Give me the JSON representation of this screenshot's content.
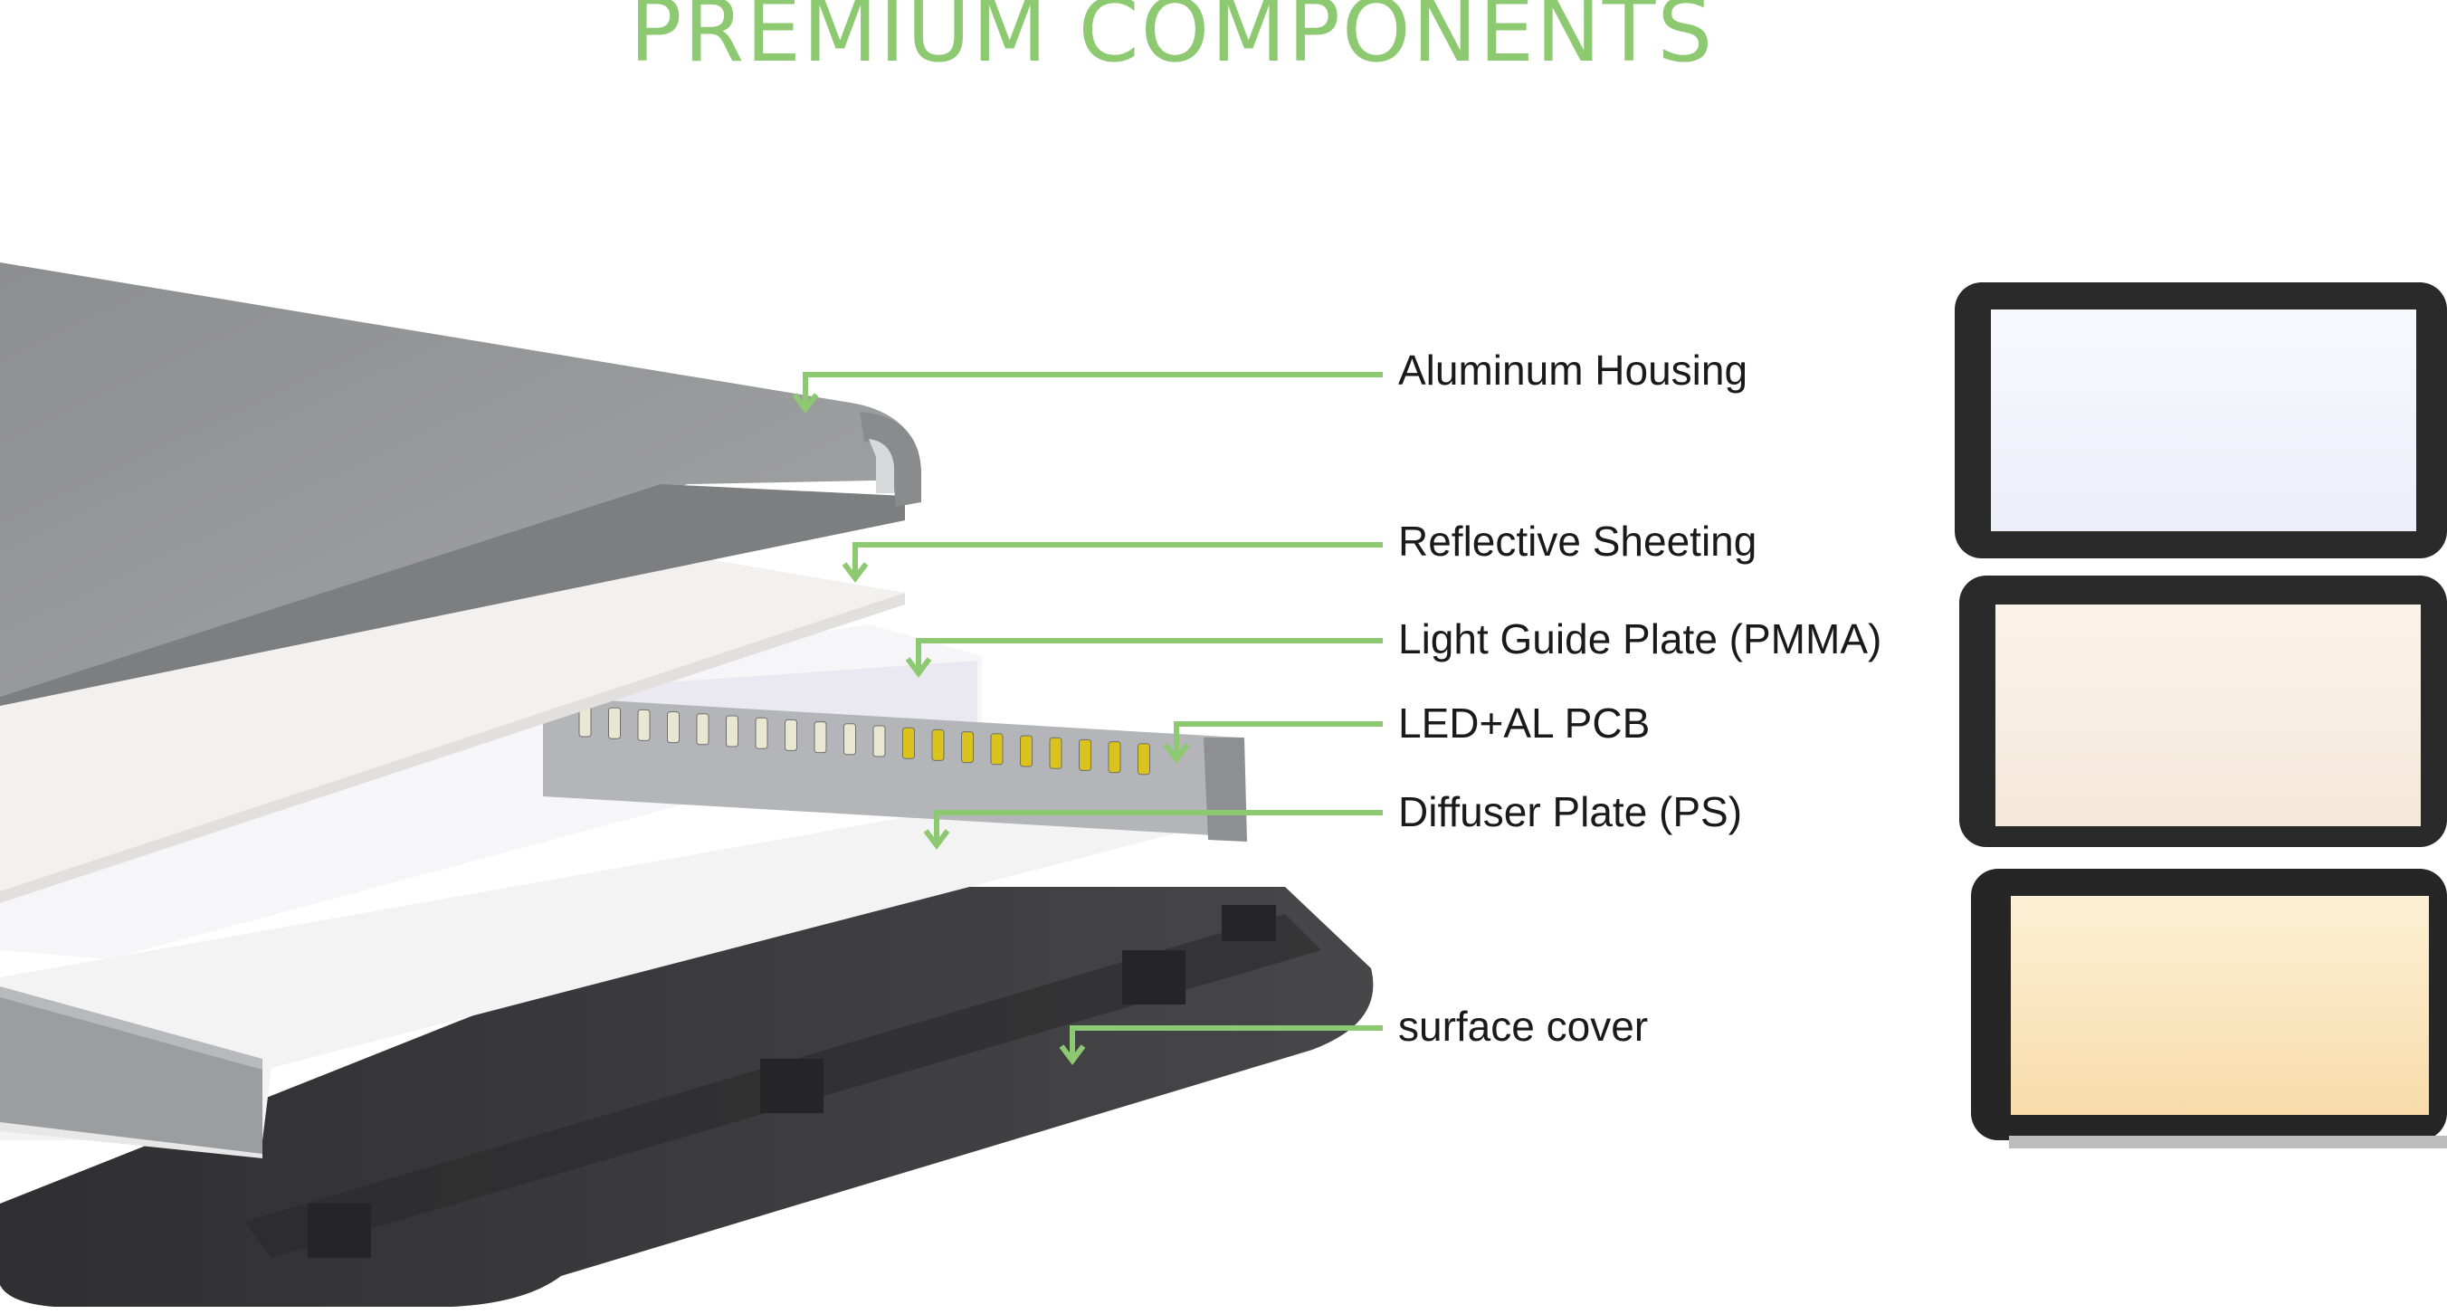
{
  "title": "PREMIUM COMPONENTS",
  "colors": {
    "accent_green": "#8cc971",
    "housing_gray": "#9a9b9d",
    "cover_dark": "#3d3d3f",
    "led_yellow": "#d9c31c"
  },
  "labels": [
    "Aluminum Housing",
    "Reflective Sheeting",
    "Light Guide Plate (PMMA)",
    "LED+AL PCB",
    "Diffuser Plate (PS)",
    "surface cover"
  ],
  "color_swatches": [
    {
      "light": "cool white",
      "color": "#f2f4fb"
    },
    {
      "light": "neutral white",
      "color": "#f9efe3"
    },
    {
      "light": "warm white",
      "color": "#fbe6c2"
    }
  ]
}
